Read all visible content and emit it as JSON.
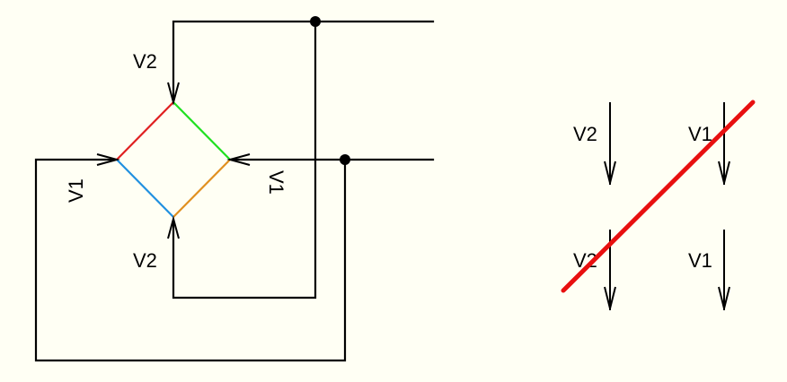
{
  "circuit": {
    "labels": {
      "top_arrow": "V2",
      "left_arrow": "V1",
      "right_arrow": "V1",
      "bottom_arrow": "V2"
    },
    "edge_colors": {
      "top_left": "#e02020",
      "top_right": "#20e020",
      "bottom_left": "#2090e0",
      "bottom_right": "#e09020"
    },
    "wire_color": "#000000"
  },
  "matrix": {
    "labels": {
      "top_left": "V2",
      "top_right": "V1",
      "bottom_left": "V2",
      "bottom_right": "V1"
    },
    "strike_color": "#e81010"
  },
  "background_color": "#fffff4"
}
